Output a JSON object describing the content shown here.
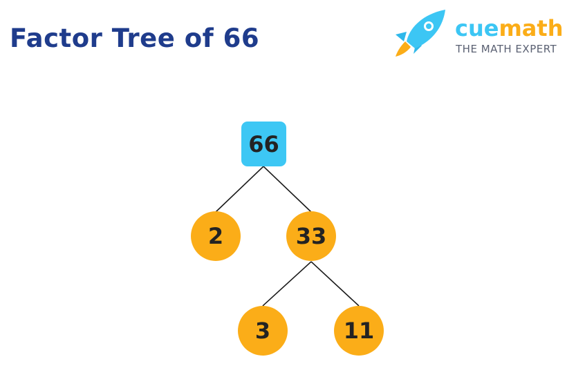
{
  "title": "Factor Tree of 66",
  "brand": {
    "name_part1": "cue",
    "name_part2": "math",
    "tagline": "THE MATH EXPERT",
    "colors": {
      "cue": "#3cc6f4",
      "math": "#fbad18",
      "tagline": "#5a6072"
    },
    "icon": "rocket-icon"
  },
  "tree": {
    "root": {
      "label": "66",
      "shape": "rounded-square",
      "color": "#3dc7f4"
    },
    "factors": [
      {
        "label": "2",
        "shape": "circle",
        "color": "#fbad18"
      },
      {
        "label": "33",
        "shape": "circle",
        "color": "#fbad18"
      },
      {
        "label": "3",
        "shape": "circle",
        "color": "#fbad18"
      },
      {
        "label": "11",
        "shape": "circle",
        "color": "#fbad18"
      }
    ],
    "edges": [
      {
        "from": "66",
        "to": "2"
      },
      {
        "from": "66",
        "to": "33"
      },
      {
        "from": "33",
        "to": "3"
      },
      {
        "from": "33",
        "to": "11"
      }
    ]
  },
  "colors": {
    "title": "#1f3c8c",
    "edge": "#1a1a1a",
    "node_text": "#232323"
  }
}
